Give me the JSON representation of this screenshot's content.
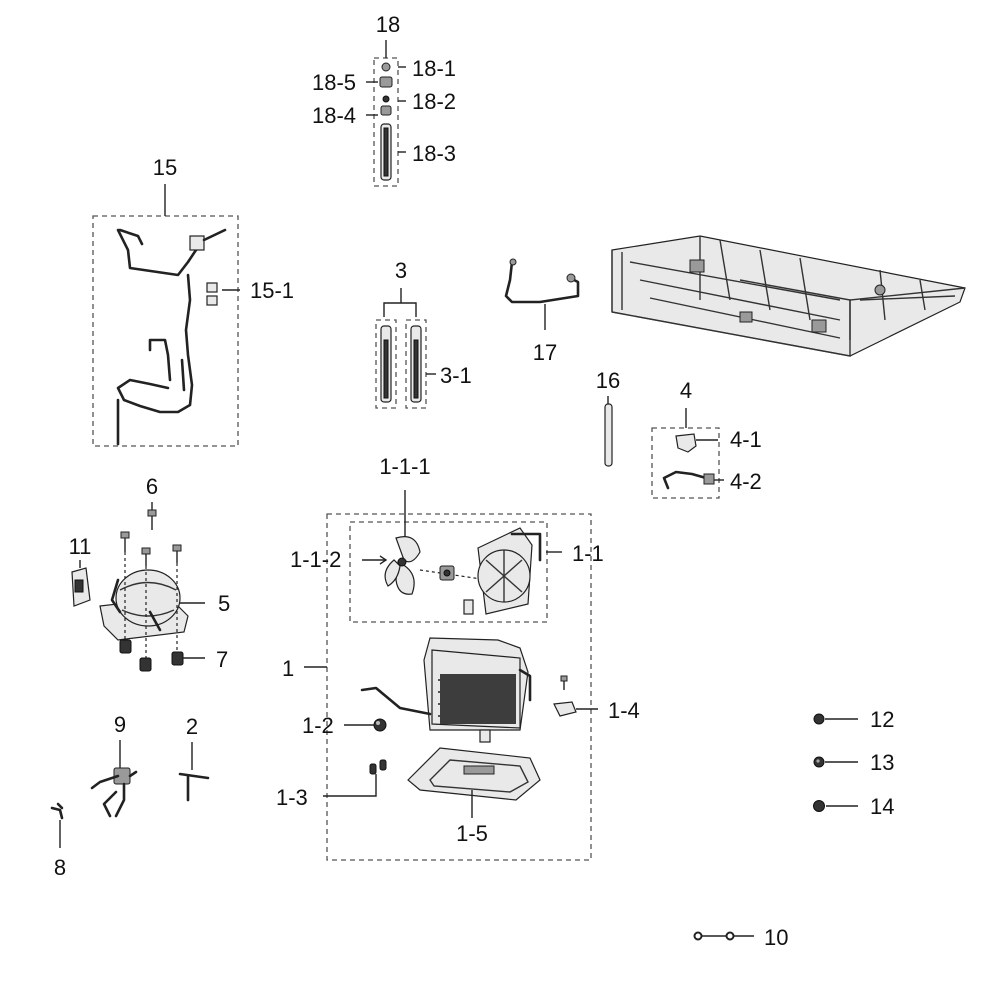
{
  "labels": {
    "l18": "18",
    "l18_1": "18-1",
    "l18_5": "18-5",
    "l18_2": "18-2",
    "l18_4": "18-4",
    "l18_3": "18-3",
    "l15": "15",
    "l15_1": "15-1",
    "l3": "3",
    "l3_1": "3-1",
    "l17": "17",
    "l16": "16",
    "l4": "4",
    "l4_1": "4-1",
    "l4_2": "4-2",
    "l6": "6",
    "l11": "11",
    "l5": "5",
    "l7": "7",
    "l1_1_1": "1-1-1",
    "l1_1_2": "1-1-2",
    "l1_1": "1-1",
    "l1": "1",
    "l1_2": "1-2",
    "l1_4": "1-4",
    "l1_3": "1-3",
    "l1_5": "1-5",
    "l9": "9",
    "l2": "2",
    "l8": "8",
    "l12": "12",
    "l13": "13",
    "l14": "14",
    "l10": "10"
  }
}
